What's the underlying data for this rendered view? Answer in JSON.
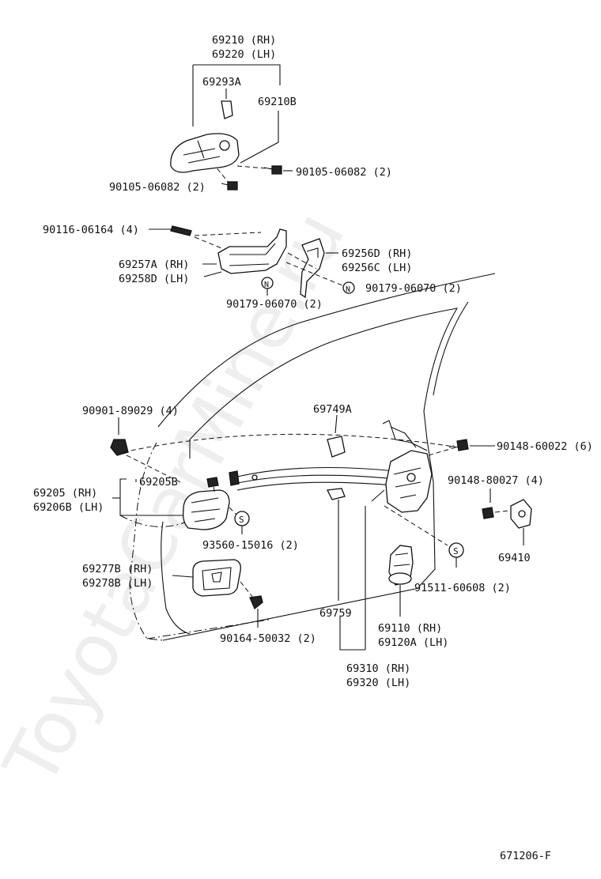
{
  "watermark": "ToyotaCarMine.ru",
  "drawing_code": "671206-F",
  "labels": {
    "p69210": "69210 (RH)",
    "p69220": "69220 (LH)",
    "p69293A": "69293A",
    "p69210B": "69210B",
    "b90105a": "90105-06082 (2)",
    "b90105b": "90105-06082 (2)",
    "s90116": "90116-06164 (4)",
    "p69257A": "69257A (RH)",
    "p69258D": "69258D (LH)",
    "p69256D": "69256D (RH)",
    "p69256C": "69256C (LH)",
    "n90179a": "90179-06070 (2)",
    "n90179b": "90179-06070 (2)",
    "c90901": "90901-89029 (4)",
    "p69749A": "69749A",
    "s90148a": "90148-60022 (6)",
    "s90148b": "90148-80027 (4)",
    "p69205B": "69205B",
    "p69205": "69205  (RH)",
    "p69206B": "69206B (LH)",
    "w93560": "93560-15016 (2)",
    "p69410": "69410",
    "p69277B": "69277B (RH)",
    "p69278B": "69278B (LH)",
    "w91511": "91511-60608 (2)",
    "p69759": "69759",
    "p69110": "69110  (RH)",
    "p69120A": "69120A (LH)",
    "s90164": "90164-50032 (2)",
    "p69310": "69310 (RH)",
    "p69320": "69320 (LH)"
  },
  "symbols": {
    "n": "N",
    "s": "S"
  }
}
